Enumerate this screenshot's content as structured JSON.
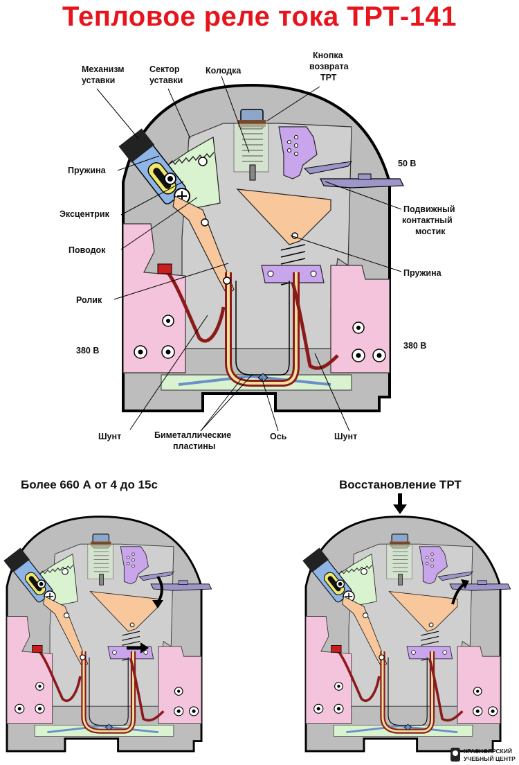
{
  "title": "Тепловое реле тока ТРТ-141",
  "labels": {
    "mechanism": [
      "Механизм",
      "уставки"
    ],
    "sector": [
      "Сектор",
      "уставки"
    ],
    "block": [
      "Колодка"
    ],
    "reset_button": [
      "Кнопка",
      "возврата",
      "ТРТ"
    ],
    "v50": [
      "50 В"
    ],
    "spring_left": [
      "Пружина"
    ],
    "eccentric": [
      "Эксцентрик"
    ],
    "leash": [
      "Поводок"
    ],
    "moving_bridge": [
      "Подвижный",
      "контактный",
      "мостик"
    ],
    "spring_right": [
      "Пружина"
    ],
    "roller": [
      "Ролик"
    ],
    "v380_left": [
      "380 В"
    ],
    "v380_right": [
      "380 В"
    ],
    "shunt_left": [
      "Шунт"
    ],
    "bimetal": [
      "Биметаллические",
      "пластины"
    ],
    "axis": [
      "Ось"
    ],
    "shunt_right": [
      "Шунт"
    ]
  },
  "captions": {
    "left": "Более 660 А от 4 до 15с",
    "right": "Восстановление ТРТ"
  },
  "logo": [
    "КРАСНОЯРСКИЙ",
    "УЧЕБНЫЙ ЦЕНТР"
  ],
  "colors": {
    "title": "#e8141c",
    "body": "#bfbfbf",
    "pink": "#f4c3dc",
    "green": "#d9f2cf",
    "orange": "#f8c79c",
    "lilac": "#c9a6ec",
    "blue": "#8fb5e6",
    "bimetal_red": "#8b1a1a",
    "bimetal_yellow": "#f2e09a"
  }
}
